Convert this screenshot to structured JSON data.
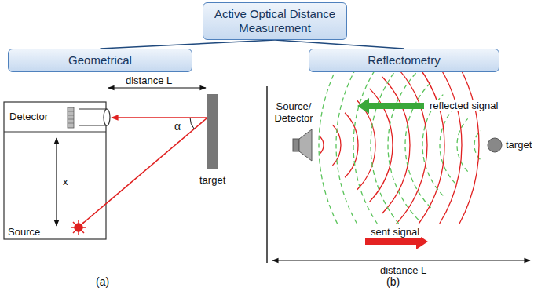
{
  "diagram": {
    "nodes": [
      {
        "text": [
          "Active Optical Distance Measurement"
        ]
      },
      {
        "text": [
          "Geometrical"
        ]
      },
      {
        "text": [
          "Reflectometry"
        ]
      }
    ],
    "edges": [
      {
        "from": 0,
        "to": 1,
        "arrow": "none"
      },
      {
        "from": 0,
        "to": 2,
        "arrow": "none"
      }
    ],
    "labels": [
      "distance L",
      "Detector",
      "x",
      "α",
      "target",
      "Source",
      "reflected signal",
      "Source/ Detector",
      "target",
      "sent signal",
      "distance L",
      "(a)",
      "(b)"
    ]
  }
}
